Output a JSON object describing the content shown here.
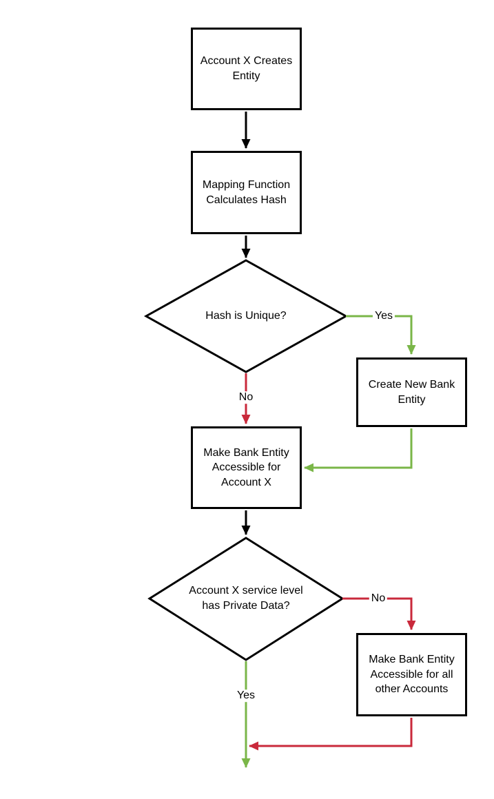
{
  "colors": {
    "background": "#ffffff",
    "node_border": "#000000",
    "text": "#000000",
    "edge_black": "#000000",
    "edge_green": "#7AB648",
    "edge_red": "#C9293B"
  },
  "diagram": {
    "type": "flowchart",
    "nodes": [
      {
        "id": "account-x-creates-entity",
        "shape": "process",
        "label": "Account X Creates Entity"
      },
      {
        "id": "mapping-function-calculates-hash",
        "shape": "process",
        "label": "Mapping Function Calculates Hash"
      },
      {
        "id": "hash-is-unique",
        "shape": "decision",
        "label": "Hash is Unique?"
      },
      {
        "id": "create-new-bank-entity",
        "shape": "process",
        "label": "Create New Bank Entity"
      },
      {
        "id": "make-bank-entity-accessible-for-account-x",
        "shape": "process",
        "label": "Make Bank Entity Accessible for Account X"
      },
      {
        "id": "account-x-service-level-has-private-data",
        "shape": "decision",
        "label": "Account X service level has Private Data?"
      },
      {
        "id": "make-bank-entity-accessible-for-all-other-accounts",
        "shape": "process",
        "label": "Make Bank Entity Accessible for all other Accounts"
      }
    ],
    "edges": [
      {
        "from": "account-x-creates-entity",
        "to": "mapping-function-calculates-hash",
        "label": "",
        "color": "black"
      },
      {
        "from": "mapping-function-calculates-hash",
        "to": "hash-is-unique",
        "label": "",
        "color": "black"
      },
      {
        "from": "hash-is-unique",
        "to": "create-new-bank-entity",
        "label": "Yes",
        "color": "green"
      },
      {
        "from": "hash-is-unique",
        "to": "make-bank-entity-accessible-for-account-x",
        "label": "No",
        "color": "red"
      },
      {
        "from": "create-new-bank-entity",
        "to": "make-bank-entity-accessible-for-account-x",
        "label": "",
        "color": "green"
      },
      {
        "from": "make-bank-entity-accessible-for-account-x",
        "to": "account-x-service-level-has-private-data",
        "label": "",
        "color": "black"
      },
      {
        "from": "account-x-service-level-has-private-data",
        "to": "make-bank-entity-accessible-for-all-other-accounts",
        "label": "No",
        "color": "red"
      },
      {
        "from": "account-x-service-level-has-private-data",
        "to": "flow-end",
        "label": "Yes",
        "color": "green"
      },
      {
        "from": "make-bank-entity-accessible-for-all-other-accounts",
        "to": "flow-end",
        "label": "",
        "color": "red"
      }
    ]
  }
}
